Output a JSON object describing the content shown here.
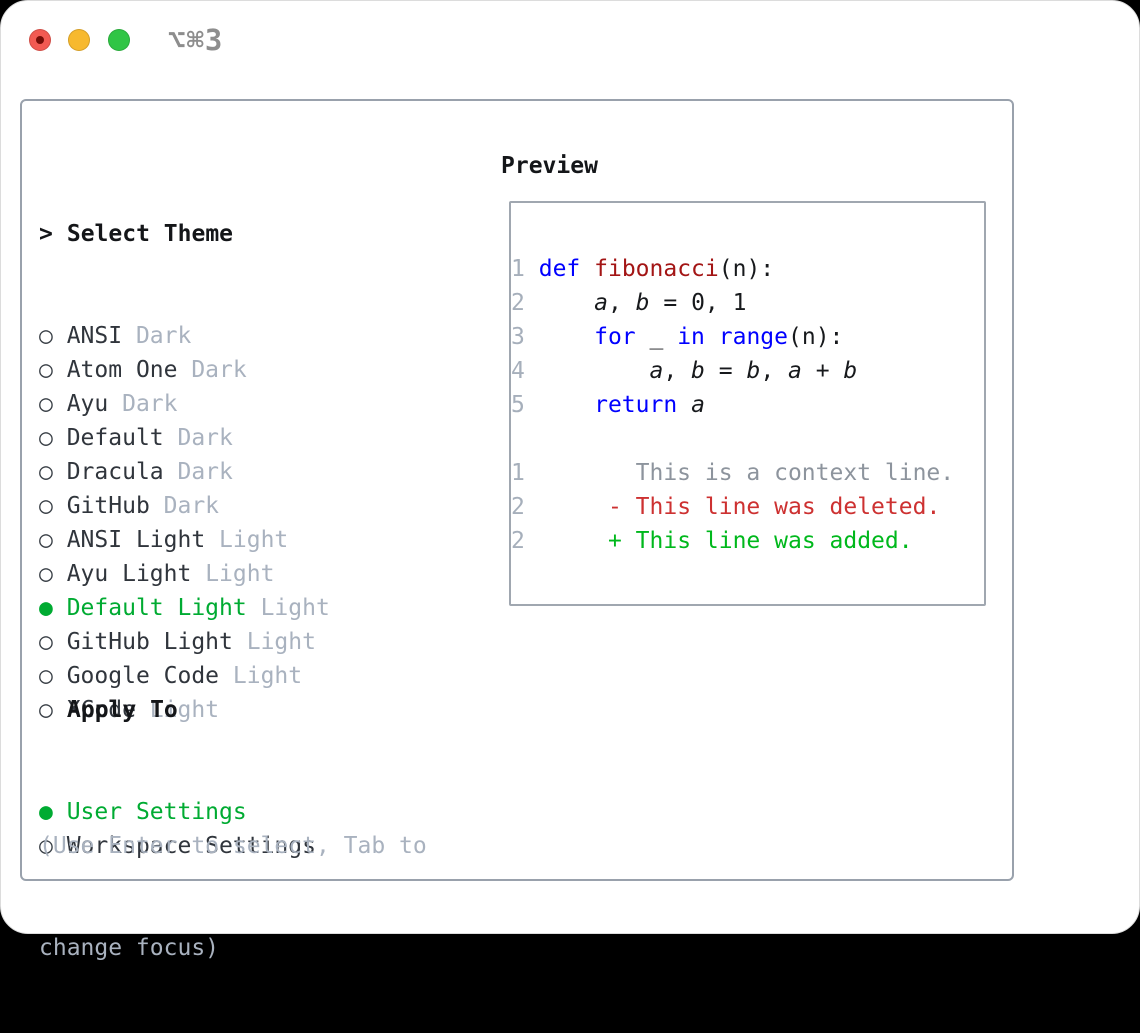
{
  "window": {
    "shortcut_label": "⌥⌘3"
  },
  "colors": {
    "tl_red": "#f25a52",
    "tl_red_dot": "#750d07",
    "tl_yellow": "#f7b92e",
    "tl_green": "#30c545",
    "title_gray": "#8d8d8d",
    "panel_border": "#99a1ac",
    "preview_border": "#a0a7b0",
    "header_text": "#141619",
    "item_text": "#30353c",
    "muted": "#a9b2bf",
    "sel_green": "#00ab32",
    "code_text": "#17191c",
    "linenum": "#a6afbb",
    "keyword_blue": "#0000ff",
    "function_red": "#a31515",
    "context_gray": "#8d949d",
    "deleted_red": "#cd3131",
    "added_green": "#00b81c"
  },
  "markers": {
    "prompt": ">",
    "unselected": "○",
    "selected": "●"
  },
  "theme_picker": {
    "header": "Select Theme",
    "themes": [
      {
        "name": "ANSI",
        "tag": "Dark",
        "selected": false
      },
      {
        "name": "Atom One",
        "tag": "Dark",
        "selected": false
      },
      {
        "name": "Ayu",
        "tag": "Dark",
        "selected": false
      },
      {
        "name": "Default",
        "tag": "Dark",
        "selected": false
      },
      {
        "name": "Dracula",
        "tag": "Dark",
        "selected": false
      },
      {
        "name": "GitHub",
        "tag": "Dark",
        "selected": false
      },
      {
        "name": "ANSI Light",
        "tag": "Light",
        "selected": false
      },
      {
        "name": "Ayu Light",
        "tag": "Light",
        "selected": false
      },
      {
        "name": "Default Light",
        "tag": "Light",
        "selected": true
      },
      {
        "name": "GitHub Light",
        "tag": "Light",
        "selected": false
      },
      {
        "name": "Google Code",
        "tag": "Light",
        "selected": false
      },
      {
        "name": "XCode",
        "tag": "Light",
        "selected": false
      }
    ]
  },
  "apply_to": {
    "header": "Apply To",
    "options": [
      {
        "name": "User Settings",
        "selected": true
      },
      {
        "name": "Workspace Settings",
        "selected": false
      }
    ]
  },
  "hint": {
    "line1": "(Use Enter to select, Tab to",
    "line2": "change focus)"
  },
  "preview": {
    "header": "Preview",
    "lines": [
      {
        "num": "1",
        "tokens": [
          [
            "pl",
            " "
          ],
          [
            "kw",
            "def"
          ],
          [
            "pl",
            " "
          ],
          [
            "fn",
            "fibonacci"
          ],
          [
            "pl",
            "(n):"
          ]
        ]
      },
      {
        "num": "2",
        "tokens": [
          [
            "pl",
            "     "
          ],
          [
            "var",
            "a"
          ],
          [
            "pl",
            ", "
          ],
          [
            "var",
            "b"
          ],
          [
            "pl",
            " = 0, 1"
          ]
        ]
      },
      {
        "num": "3",
        "tokens": [
          [
            "pl",
            "     "
          ],
          [
            "kw",
            "for"
          ],
          [
            "pl",
            " _ "
          ],
          [
            "kw",
            "in"
          ],
          [
            "pl",
            " "
          ],
          [
            "kw",
            "range"
          ],
          [
            "pl",
            "(n):"
          ]
        ]
      },
      {
        "num": "4",
        "tokens": [
          [
            "pl",
            "         "
          ],
          [
            "var",
            "a"
          ],
          [
            "pl",
            ", "
          ],
          [
            "var",
            "b"
          ],
          [
            "pl",
            " = "
          ],
          [
            "var",
            "b"
          ],
          [
            "pl",
            ", "
          ],
          [
            "var",
            "a"
          ],
          [
            "pl",
            " + "
          ],
          [
            "var",
            "b"
          ]
        ]
      },
      {
        "num": "5",
        "tokens": [
          [
            "pl",
            "     "
          ],
          [
            "kw",
            "return"
          ],
          [
            "pl",
            " "
          ],
          [
            "var",
            "a"
          ]
        ]
      },
      {
        "tokens": []
      },
      {
        "num": "1",
        "tokens": [
          [
            "pl",
            "        "
          ],
          [
            "ctx",
            "This is a context line."
          ]
        ]
      },
      {
        "num": "2",
        "tokens": [
          [
            "pl",
            "      "
          ],
          [
            "del",
            "- This line was deleted."
          ]
        ]
      },
      {
        "num": "2",
        "tokens": [
          [
            "pl",
            "      "
          ],
          [
            "add",
            "+ This line was added."
          ]
        ]
      }
    ]
  }
}
